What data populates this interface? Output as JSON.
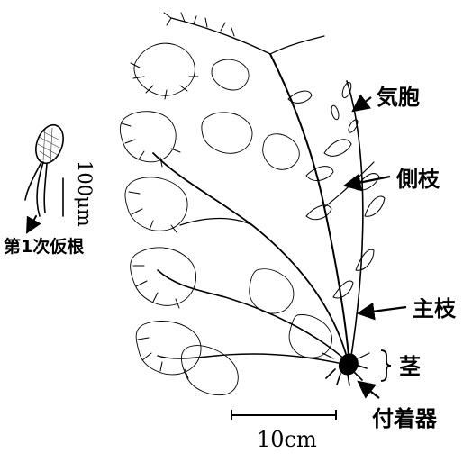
{
  "labels": {
    "air_bladder": "気胞",
    "lateral_branch": "側枝",
    "main_branch": "主枝",
    "stem": "茎",
    "holdfast": "付着器",
    "primary_rhizoid": "第1次仮根"
  },
  "scale_bars": {
    "micro": "100μm",
    "macro": "10cm"
  },
  "colors": {
    "ink": "#000000",
    "background": "#ffffff"
  }
}
